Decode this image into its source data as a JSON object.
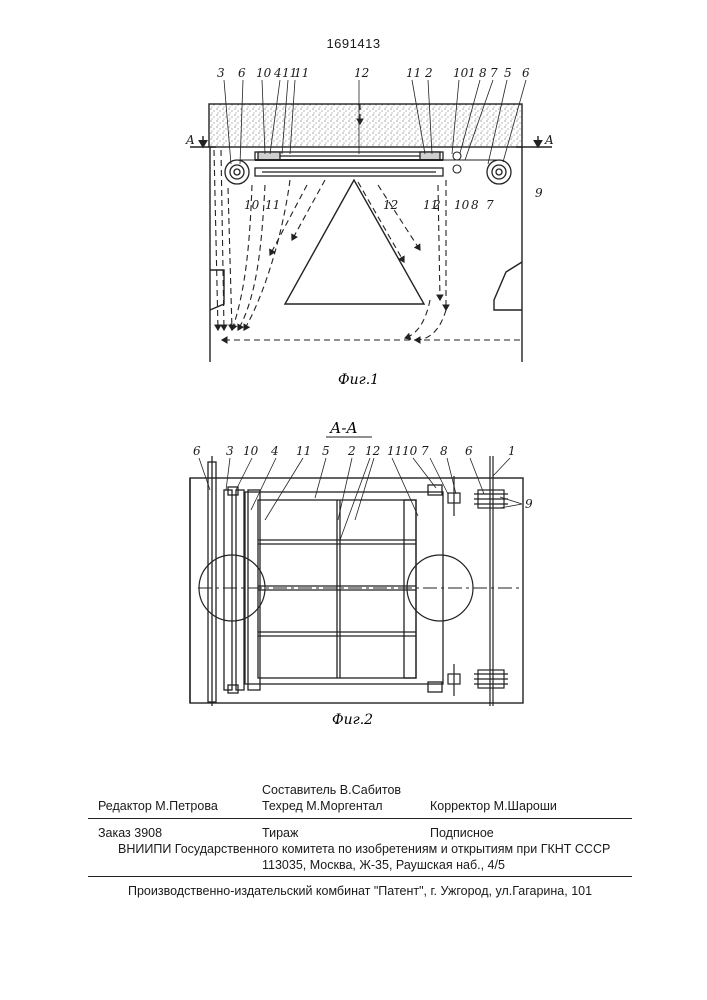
{
  "patent_number": "1691413",
  "fig1": {
    "section_mark": "A",
    "caption": "Фиг.1",
    "top_labels": [
      "3",
      "6",
      "10",
      "4",
      "11",
      "11",
      "12",
      "11",
      "2",
      "10",
      "1",
      "8",
      "7",
      "5",
      "6"
    ],
    "bottom_labels": [
      "10",
      "11",
      "12",
      "11",
      "2",
      "10",
      "8",
      "7",
      "9"
    ]
  },
  "fig2": {
    "section_title": "А-А",
    "caption": "Фиг.2",
    "top_labels": [
      "6",
      "3",
      "10",
      "4",
      "11",
      "5",
      "2",
      "12",
      "11",
      "10",
      "7",
      "8",
      "6",
      "1"
    ],
    "side_label": "9"
  },
  "footer": {
    "compiler": "Составитель В.Сабитов",
    "editor": "Редактор М.Петрова",
    "techred": "Техред М.Моргентал",
    "corrector": "Корректор М.Шароши",
    "order": "Заказ 3908",
    "circulation": "Тираж",
    "subscription": "Подписное",
    "org": "ВНИИПИ Государственного комитета по изобретениям и открытиям при ГКНТ СССР",
    "address": "113035, Москва, Ж-35, Раушская наб., 4/5",
    "publisher": "Производственно-издательский комбинат \"Патент\", г. Ужгород, ул.Гагарина, 101"
  }
}
